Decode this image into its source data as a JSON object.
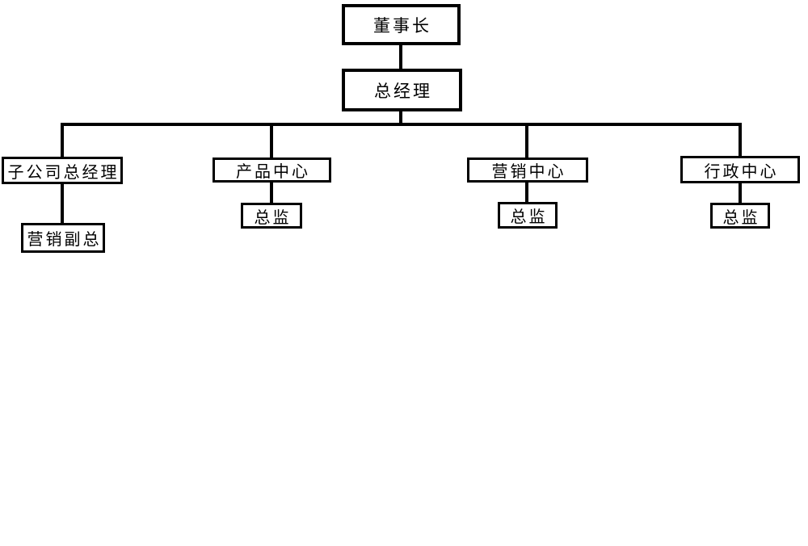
{
  "diagram": {
    "type": "org-chart",
    "colors": {
      "background": "#ffffff",
      "line": "#000000",
      "box_border": "#000000",
      "text": "#000000"
    },
    "nodes": {
      "chairman": {
        "label": "董事长"
      },
      "general_manager": {
        "label": "总经理"
      },
      "subsidiary_gm": {
        "label": "子公司总经理"
      },
      "marketing_vp": {
        "label": "营销副总"
      },
      "product_center": {
        "label": "产品中心"
      },
      "product_director": {
        "label": "总监"
      },
      "marketing_center": {
        "label": "营销中心"
      },
      "marketing_director": {
        "label": "总监"
      },
      "admin_center": {
        "label": "行政中心"
      },
      "admin_director": {
        "label": "总监"
      }
    },
    "edges": [
      {
        "from": "chairman",
        "to": "general_manager"
      },
      {
        "from": "general_manager",
        "to": "subsidiary_gm"
      },
      {
        "from": "general_manager",
        "to": "product_center"
      },
      {
        "from": "general_manager",
        "to": "marketing_center"
      },
      {
        "from": "general_manager",
        "to": "admin_center"
      },
      {
        "from": "subsidiary_gm",
        "to": "marketing_vp"
      },
      {
        "from": "product_center",
        "to": "product_director"
      },
      {
        "from": "marketing_center",
        "to": "marketing_director"
      },
      {
        "from": "admin_center",
        "to": "admin_director"
      }
    ]
  }
}
